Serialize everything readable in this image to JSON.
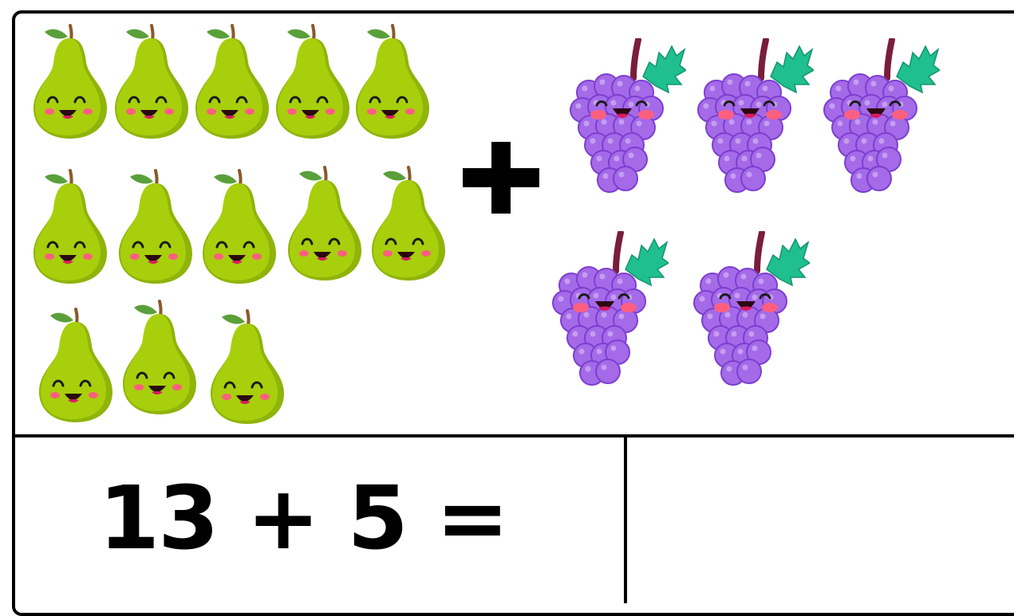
{
  "worksheet": {
    "equation_text": "13 + 5 =",
    "answer_value": "",
    "pears": {
      "count": 13,
      "icon": "happy-pear-icon",
      "colors": {
        "body": "#a8cf0b",
        "shade": "#8fb40a",
        "stem": "#8a5a2b",
        "leaf": "#5aa03a"
      }
    },
    "grapes": {
      "count": 5,
      "icon": "happy-grapes-icon",
      "colors": {
        "berry": "#a56ae8",
        "berry_edge": "#7c3fd0",
        "stem": "#7a1e3a",
        "leaf": "#1fbf8f"
      }
    },
    "operator_icon": "plus-icon",
    "cheek_color": "#ff5f7e",
    "mouth_color": "#d81b60"
  }
}
